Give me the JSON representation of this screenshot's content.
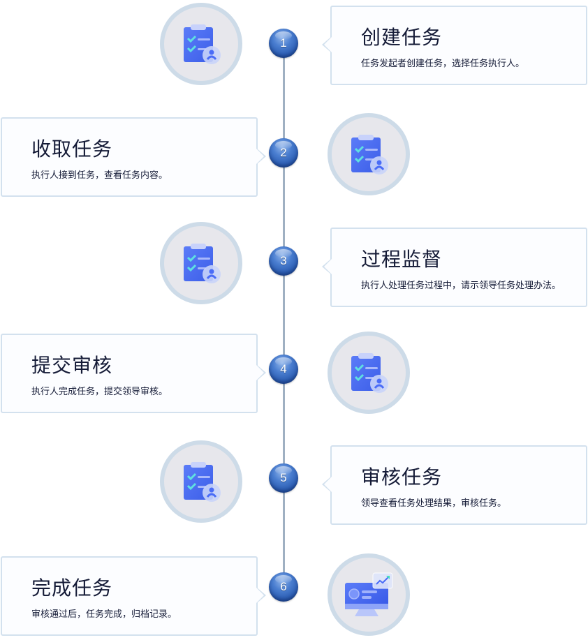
{
  "steps": [
    {
      "number": "1",
      "title": "创建任务",
      "description": "任务发起者创建任务，选择任务执行人。",
      "icon": "clipboard-check-icon"
    },
    {
      "number": "2",
      "title": "收取任务",
      "description": "执行人接到任务，查看任务内容。",
      "icon": "clipboard-check-icon"
    },
    {
      "number": "3",
      "title": "过程监督",
      "description": "执行人处理任务过程中，请示领导任务处理办法。",
      "icon": "clipboard-check-icon"
    },
    {
      "number": "4",
      "title": "提交审核",
      "description": "执行人完成任务，提交领导审核。",
      "icon": "clipboard-check-icon"
    },
    {
      "number": "5",
      "title": "审核任务",
      "description": "领导查看任务处理结果，审核任务。",
      "icon": "clipboard-check-icon"
    },
    {
      "number": "6",
      "title": "完成任务",
      "description": "审核通过后，任务完成，归档记录。",
      "icon": "monitor-chart-icon"
    }
  ],
  "colors": {
    "accent": "#4a6cf7",
    "line": "#9fb0c2",
    "dot": "#2a5bb0",
    "text": "#141a36"
  }
}
